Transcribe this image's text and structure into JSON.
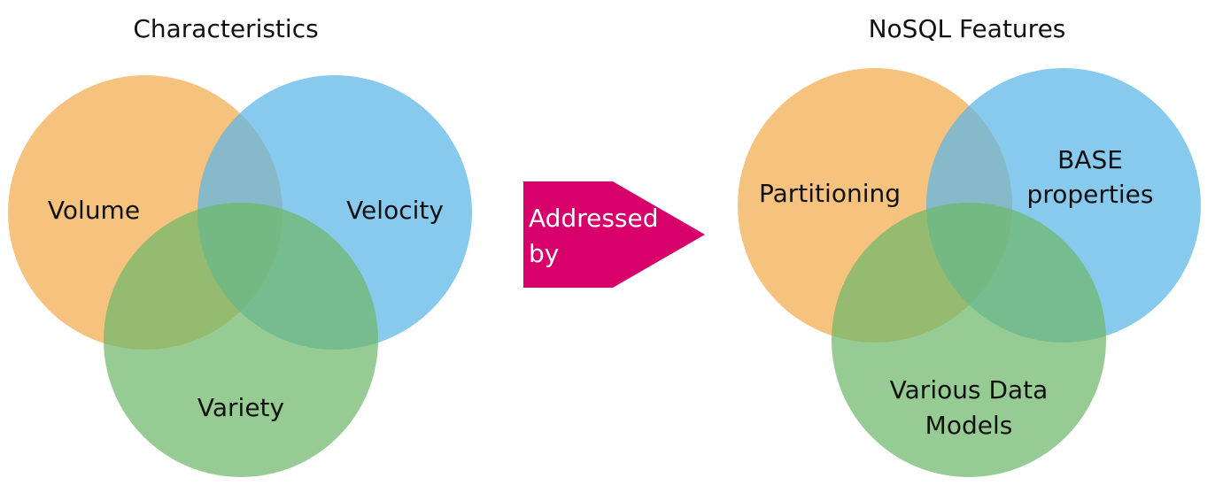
{
  "left_venn": {
    "title": "Characteristics",
    "circles": [
      {
        "label": "Volume",
        "color": "#F4B25A"
      },
      {
        "label": "Velocity",
        "color": "#5AB6E8"
      },
      {
        "label": "Variety",
        "color": "#6EB86A"
      }
    ]
  },
  "arrow": {
    "line1": "Addressed",
    "line2": "by",
    "color": "#D8006B"
  },
  "right_venn": {
    "title": "NoSQL Features",
    "circles": [
      {
        "label_lines": [
          "Partitioning"
        ],
        "color": "#F4B25A"
      },
      {
        "label_lines": [
          "BASE",
          "properties"
        ],
        "color": "#5AB6E8"
      },
      {
        "label_lines": [
          "Various Data",
          "Models"
        ],
        "color": "#6EB86A"
      }
    ]
  }
}
